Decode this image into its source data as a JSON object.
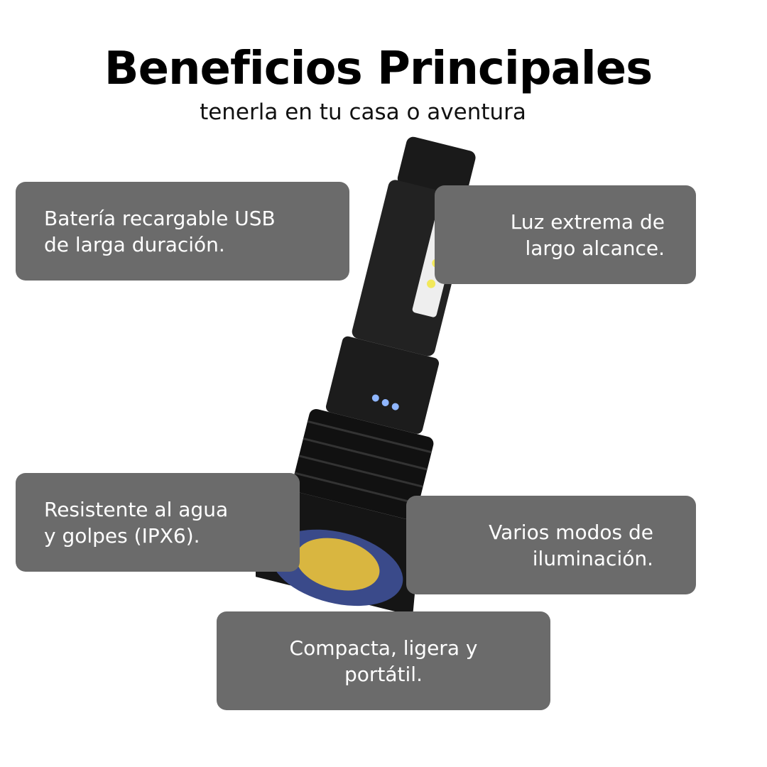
{
  "header": {
    "title": "Beneficios Principales",
    "subtitle": "tenerla en tu casa o aventura"
  },
  "benefits": [
    {
      "line1": "Batería recargable USB",
      "line2": "de larga duración."
    },
    {
      "line1": "Luz extrema de",
      "line2": "largo alcance."
    },
    {
      "line1": "Resistente al agua",
      "line2": "y golpes (IPX6)."
    },
    {
      "line1": "Varios modos de",
      "line2": "iluminación."
    },
    {
      "line1": "Compacta, ligera y",
      "line2": "portátil."
    }
  ]
}
